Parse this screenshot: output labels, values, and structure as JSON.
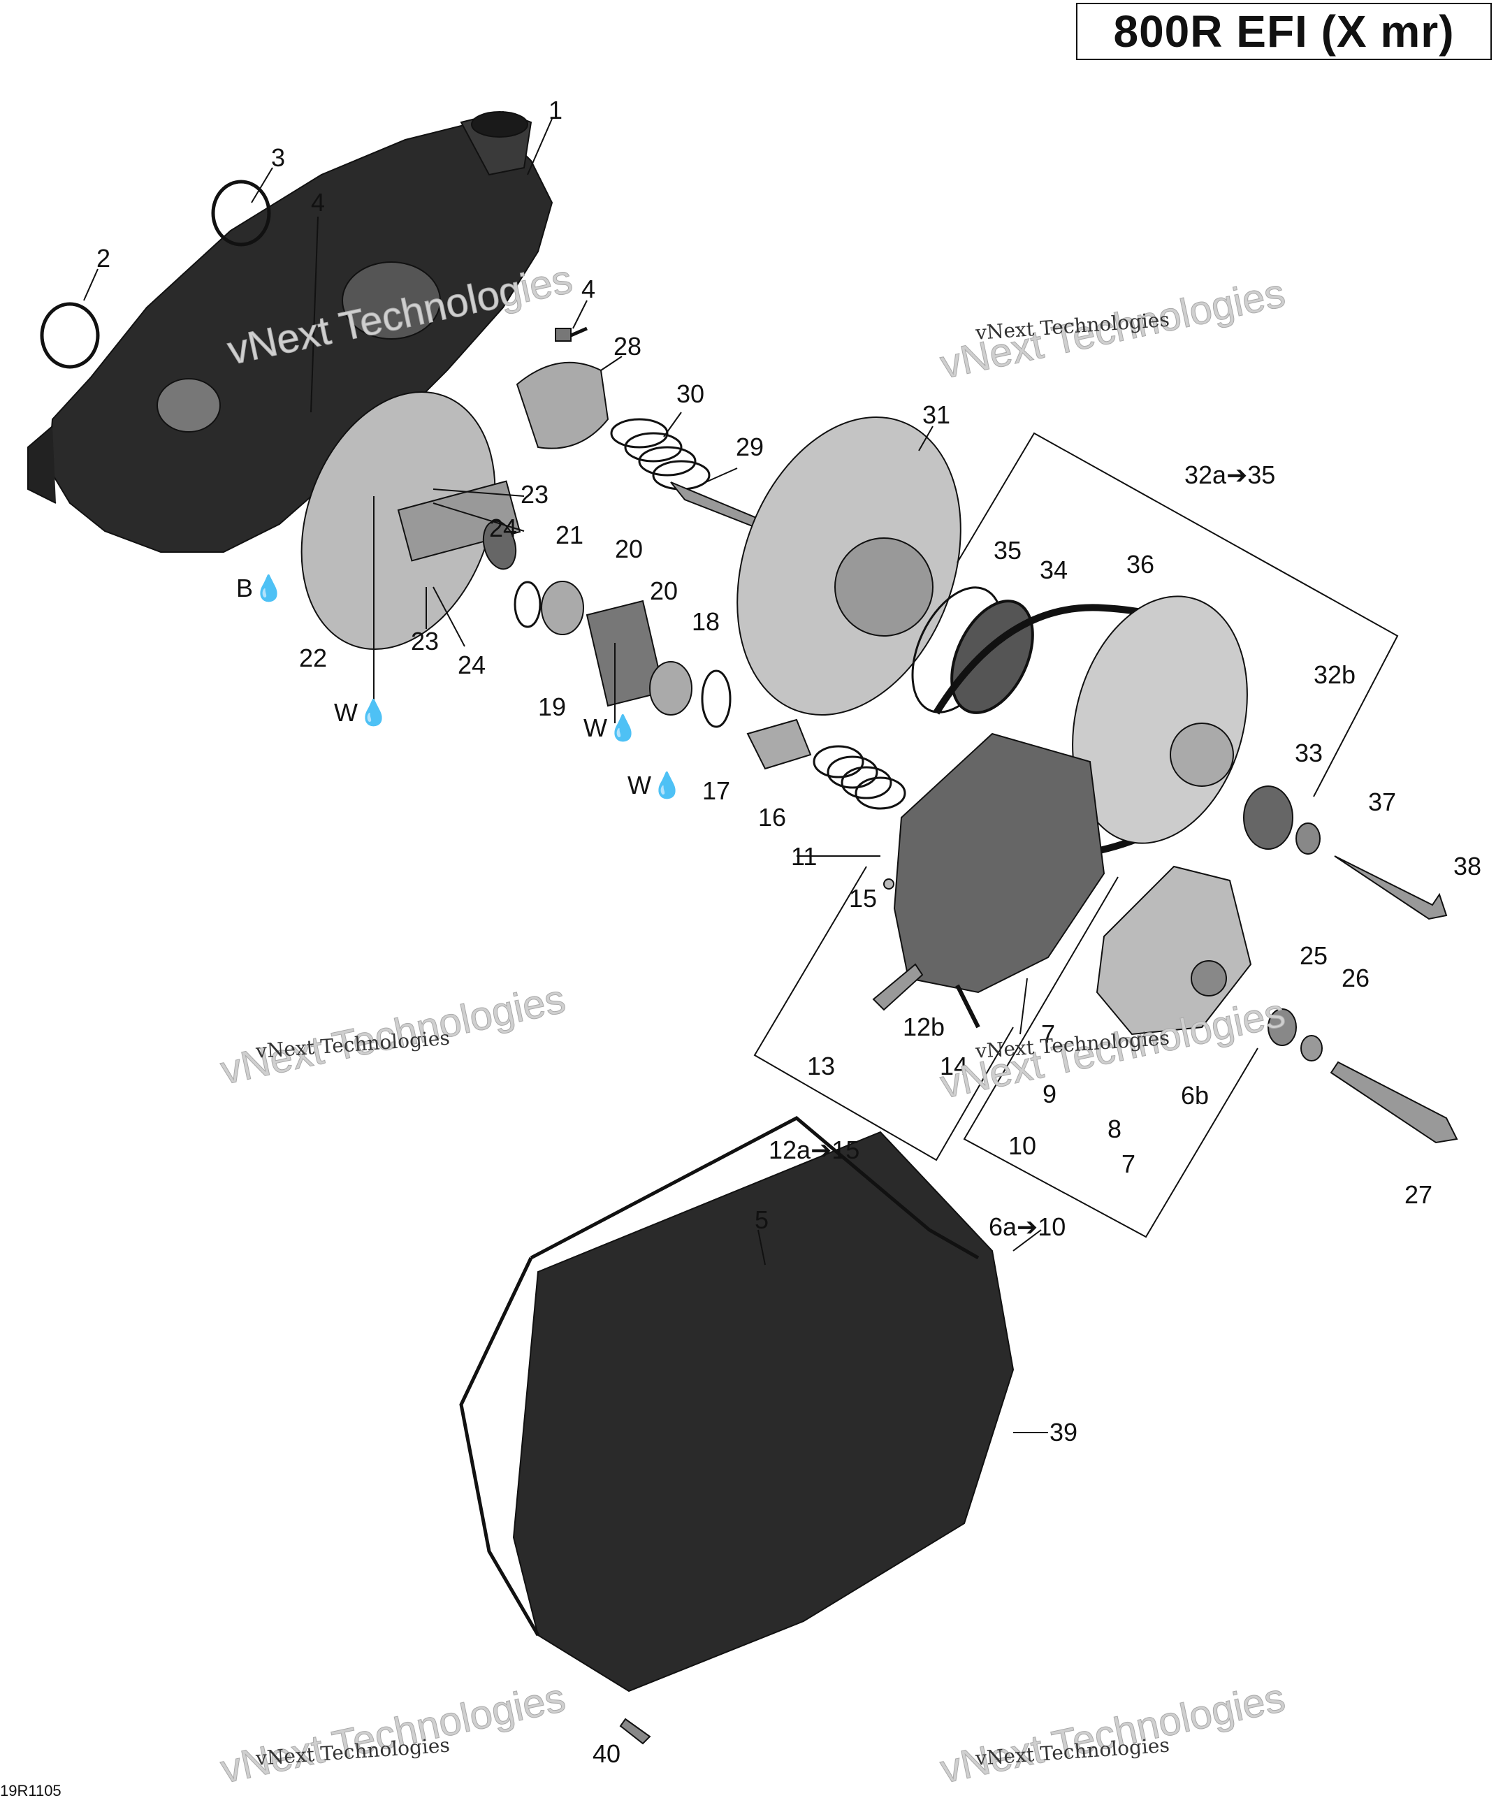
{
  "title": "800R EFI (X mr)",
  "diagram_code": "19R1105",
  "watermark": {
    "big": "vNext Technologies",
    "small": "vNext Technologies"
  },
  "callouts": {
    "c1": "1",
    "c2": "2",
    "c3": "3",
    "c4a": "4",
    "c4b": "4",
    "c5": "5",
    "c6a10": "6a➔10",
    "c6b": "6b",
    "c7a": "7",
    "c7b": "7",
    "c8": "8",
    "c9": "9",
    "c10": "10",
    "c11": "11",
    "c12a15": "12a➔15",
    "c12b": "12b",
    "c13": "13",
    "c14": "14",
    "c15": "15",
    "c16": "16",
    "c17": "17",
    "c18": "18",
    "c19": "19",
    "c20a": "20",
    "c20b": "20",
    "c21": "21",
    "c22": "22",
    "c23a": "23",
    "c23b": "23",
    "c24a": "24",
    "c24b": "24",
    "c25": "25",
    "c26": "26",
    "c27": "27",
    "c28": "28",
    "c29": "29",
    "c30": "30",
    "c31": "31",
    "c32a35": "32a➔35",
    "c32b": "32b",
    "c33": "33",
    "c34": "34",
    "c35": "35",
    "c36": "36",
    "c37": "37",
    "c38": "38",
    "c39": "39",
    "c40": "40",
    "b_drop": "B",
    "w_drop1": "W",
    "w_drop2": "W",
    "w_drop3": "W"
  }
}
